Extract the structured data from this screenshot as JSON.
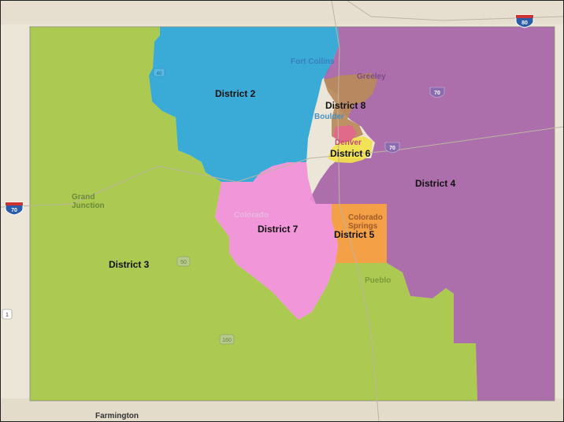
{
  "map": {
    "districts": [
      {
        "id": "d2",
        "label": "District 2",
        "color": "#2aa6d6"
      },
      {
        "id": "d3",
        "label": "District 3",
        "color": "#a6c845"
      },
      {
        "id": "d4",
        "label": "District 4",
        "color": "#a765a8"
      },
      {
        "id": "d5",
        "label": "District 5",
        "color": "#f39a3a"
      },
      {
        "id": "d6",
        "label": "District 6",
        "color": "#f2e24a"
      },
      {
        "id": "d7",
        "label": "District 7",
        "color": "#f08fd9"
      },
      {
        "id": "d8",
        "label": "District 8",
        "color": "#b88a5a"
      }
    ],
    "cities": [
      {
        "name": "Fort Collins",
        "color": "#3a7fbf"
      },
      {
        "name": "Greeley",
        "color": "#7a4a8a"
      },
      {
        "name": "Boulder",
        "color": "#4a8fbf"
      },
      {
        "name": "Denver",
        "color": "#c04a7a"
      },
      {
        "name": "Colorado Springs",
        "color": "#a05a2a"
      },
      {
        "name": "Pueblo",
        "color": "#7a9a3a"
      },
      {
        "name": "Grand Junction",
        "color": "#6a8a3a"
      },
      {
        "name": "Colorado",
        "color": "#e8b8df"
      },
      {
        "name": "Farmington",
        "color": "#333333"
      }
    ],
    "highway_shields": [
      "80",
      "70",
      "70",
      "70",
      "50",
      "160",
      "40",
      "1"
    ]
  }
}
